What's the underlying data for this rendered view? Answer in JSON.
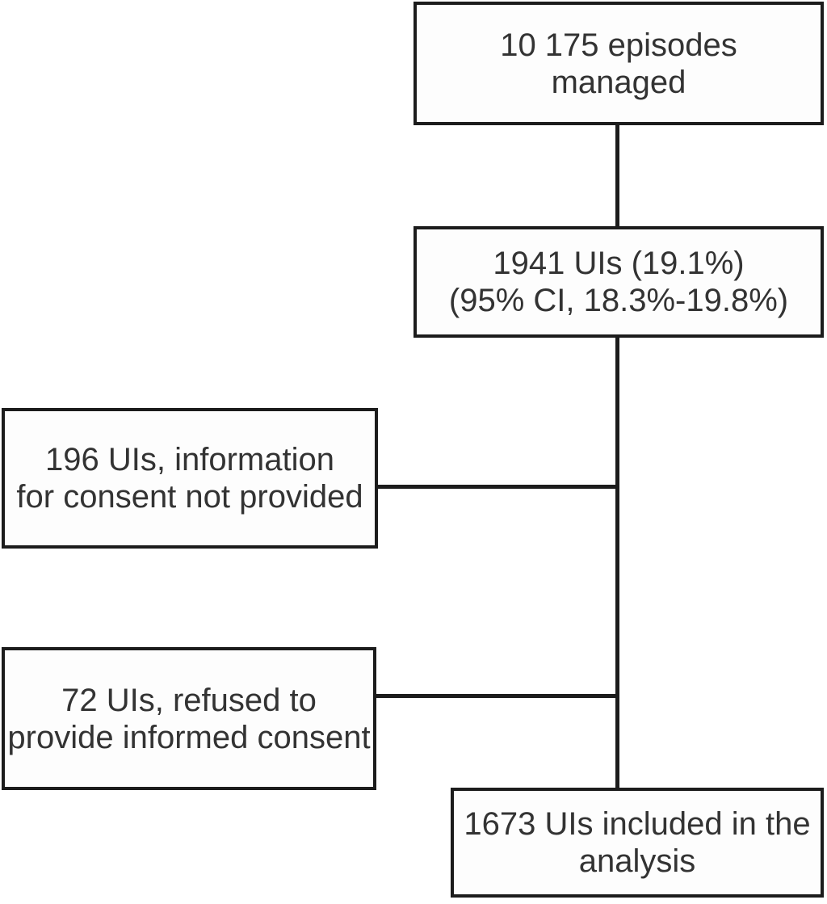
{
  "colors": {
    "background": "#ffffff",
    "line": "#1c1c1c",
    "box_fill": "#fdfdfd",
    "text": "#333333"
  },
  "flowchart": {
    "type": "study-flow-diagram",
    "nodes": {
      "episodes": {
        "lines": [
          "10 175 episodes",
          "managed"
        ]
      },
      "uis": {
        "lines": [
          "1941 UIs (19.1%)",
          "(95% CI, 18.3%-19.8%)"
        ]
      },
      "noinfo": {
        "lines": [
          "196 UIs, information",
          "for consent not provided"
        ]
      },
      "refused": {
        "lines": [
          "72 UIs, refused to",
          "provide informed consent"
        ]
      },
      "included": {
        "lines": [
          "1673 UIs included in the",
          "analysis"
        ]
      }
    },
    "connections": [
      {
        "from": "episodes",
        "to": "uis"
      },
      {
        "from": "uis",
        "to": "included"
      },
      {
        "from": "noinfo",
        "to": "main-line"
      },
      {
        "from": "refused",
        "to": "main-line"
      }
    ]
  }
}
